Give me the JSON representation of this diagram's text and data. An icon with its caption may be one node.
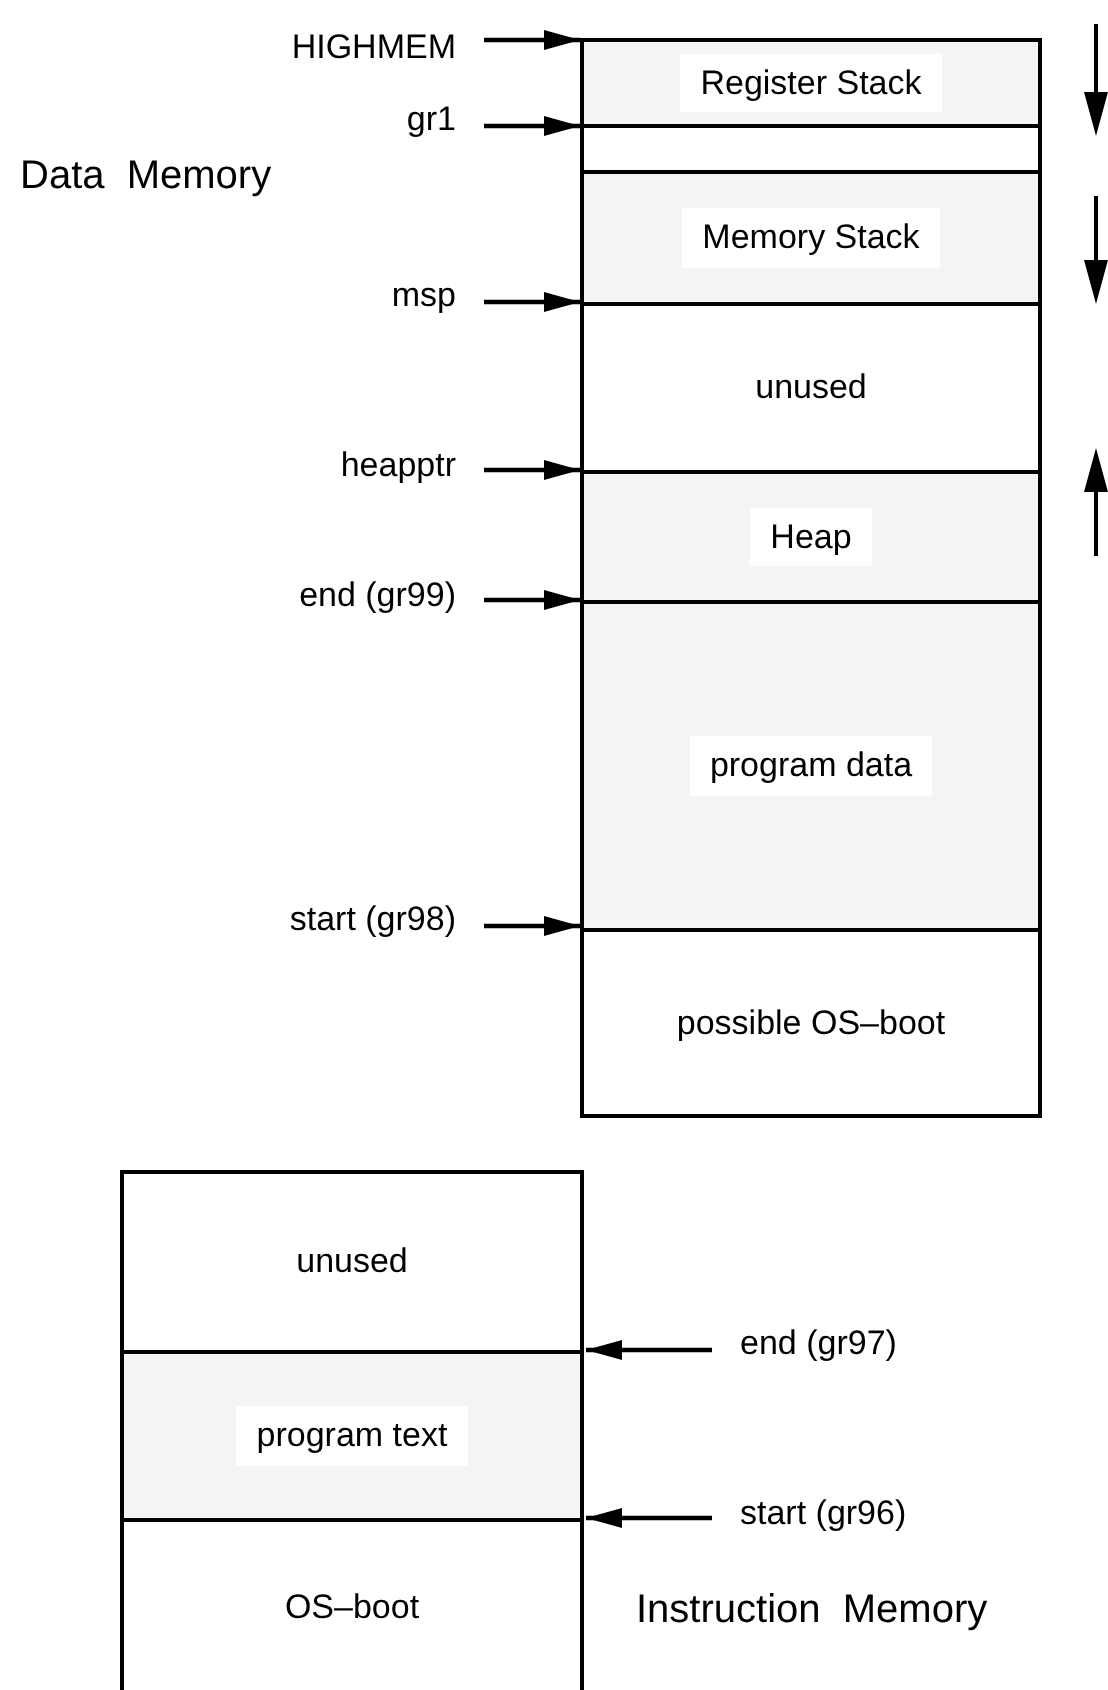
{
  "diagram": {
    "nodes": [
      {
        "text": [
          "HIGHMEM"
        ]
      },
      {
        "text": [
          "Register Stack"
        ]
      },
      {
        "text": [
          "gr1"
        ]
      },
      {
        "text": [],
        "shape": "box"
      },
      {
        "text": [
          "Memory Stack"
        ]
      },
      {
        "text": [
          "msp"
        ]
      },
      {
        "text": [
          "unused"
        ]
      },
      {
        "text": [
          "heapptr"
        ]
      },
      {
        "text": [
          "Heap"
        ]
      },
      {
        "text": [
          "end (gr99)"
        ]
      },
      {
        "text": [
          "program data"
        ]
      },
      {
        "text": [
          "start (gr98)"
        ]
      },
      {
        "text": [
          "possible OS–boot"
        ]
      },
      {
        "text": [
          "unused"
        ]
      },
      {
        "text": [
          "end (gr97)"
        ]
      },
      {
        "text": [
          "program text"
        ]
      },
      {
        "text": [
          "start (gr96)"
        ]
      },
      {
        "text": [
          "OS–boot"
        ]
      }
    ],
    "edges": [
      {
        "from": 0,
        "to": 1,
        "arrow": "to"
      },
      {
        "from": 2,
        "to": 3,
        "arrow": "to"
      },
      {
        "from": 5,
        "to": 4,
        "arrow": "to"
      },
      {
        "from": 7,
        "to": 8,
        "arrow": "to"
      },
      {
        "from": 9,
        "to": 10,
        "arrow": "to"
      },
      {
        "from": 11,
        "to": 12,
        "arrow": "to"
      },
      {
        "from": 14,
        "to": 15,
        "arrow": "to"
      },
      {
        "from": 16,
        "to": 17,
        "arrow": "to"
      }
    ],
    "labels": [
      "Data  Memory",
      "Instruction  Memory"
    ]
  }
}
